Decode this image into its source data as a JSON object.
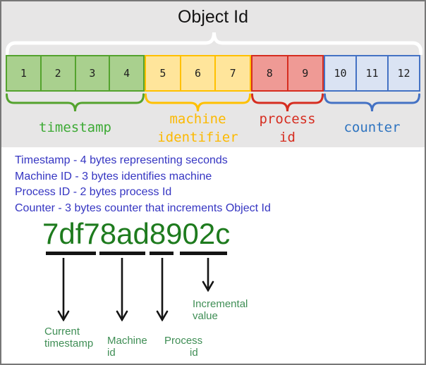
{
  "object_id_diagram": {
    "title": "Object Id",
    "groups": [
      {
        "id": "timestamp",
        "label_lines": [
          "timestamp"
        ],
        "cells": [
          "1",
          "2",
          "3",
          "4"
        ],
        "fill": "#a9d08e",
        "border": "#54a32e",
        "label_color": "#3daa35"
      },
      {
        "id": "machine-identifier",
        "label_lines": [
          "machine",
          "identifier"
        ],
        "cells": [
          "5",
          "6",
          "7"
        ],
        "fill": "#ffe59b",
        "border": "#ffc000",
        "label_color": "#fcb900"
      },
      {
        "id": "process-id",
        "label_lines": [
          "process",
          "id"
        ],
        "cells": [
          "8",
          "9"
        ],
        "fill": "#ef9a95",
        "border": "#d62d20",
        "label_color": "#d62d20"
      },
      {
        "id": "counter",
        "label_lines": [
          "counter"
        ],
        "cells": [
          "10",
          "11",
          "12"
        ],
        "fill": "#dae3f3",
        "border": "#4472c4",
        "label_color": "#2f74c0"
      }
    ]
  },
  "descriptions": [
    "Timestamp - 4 bytes representing seconds",
    "Machine ID - 3 bytes identifies machine",
    "Process ID - 2 bytes process Id",
    "Counter - 3 bytes counter that increments Object Id"
  ],
  "example": {
    "hex_value": "7df78ad8902c",
    "callouts": [
      {
        "id": "current-timestamp",
        "lines": [
          "Current",
          "timestamp"
        ]
      },
      {
        "id": "machine-id",
        "lines": [
          "Machine",
          "id"
        ]
      },
      {
        "id": "process-id",
        "lines": [
          "Process",
          "id"
        ]
      },
      {
        "id": "incremental-value",
        "lines": [
          "Incremental",
          "value"
        ]
      }
    ]
  },
  "colors": {
    "panel_bg": "#e7e6e6",
    "top_brace": "#ffffff",
    "description_text": "#3535c2",
    "hex_text": "#1e7b1e",
    "callout_text": "#3f8e55",
    "arrow": "#141414"
  }
}
